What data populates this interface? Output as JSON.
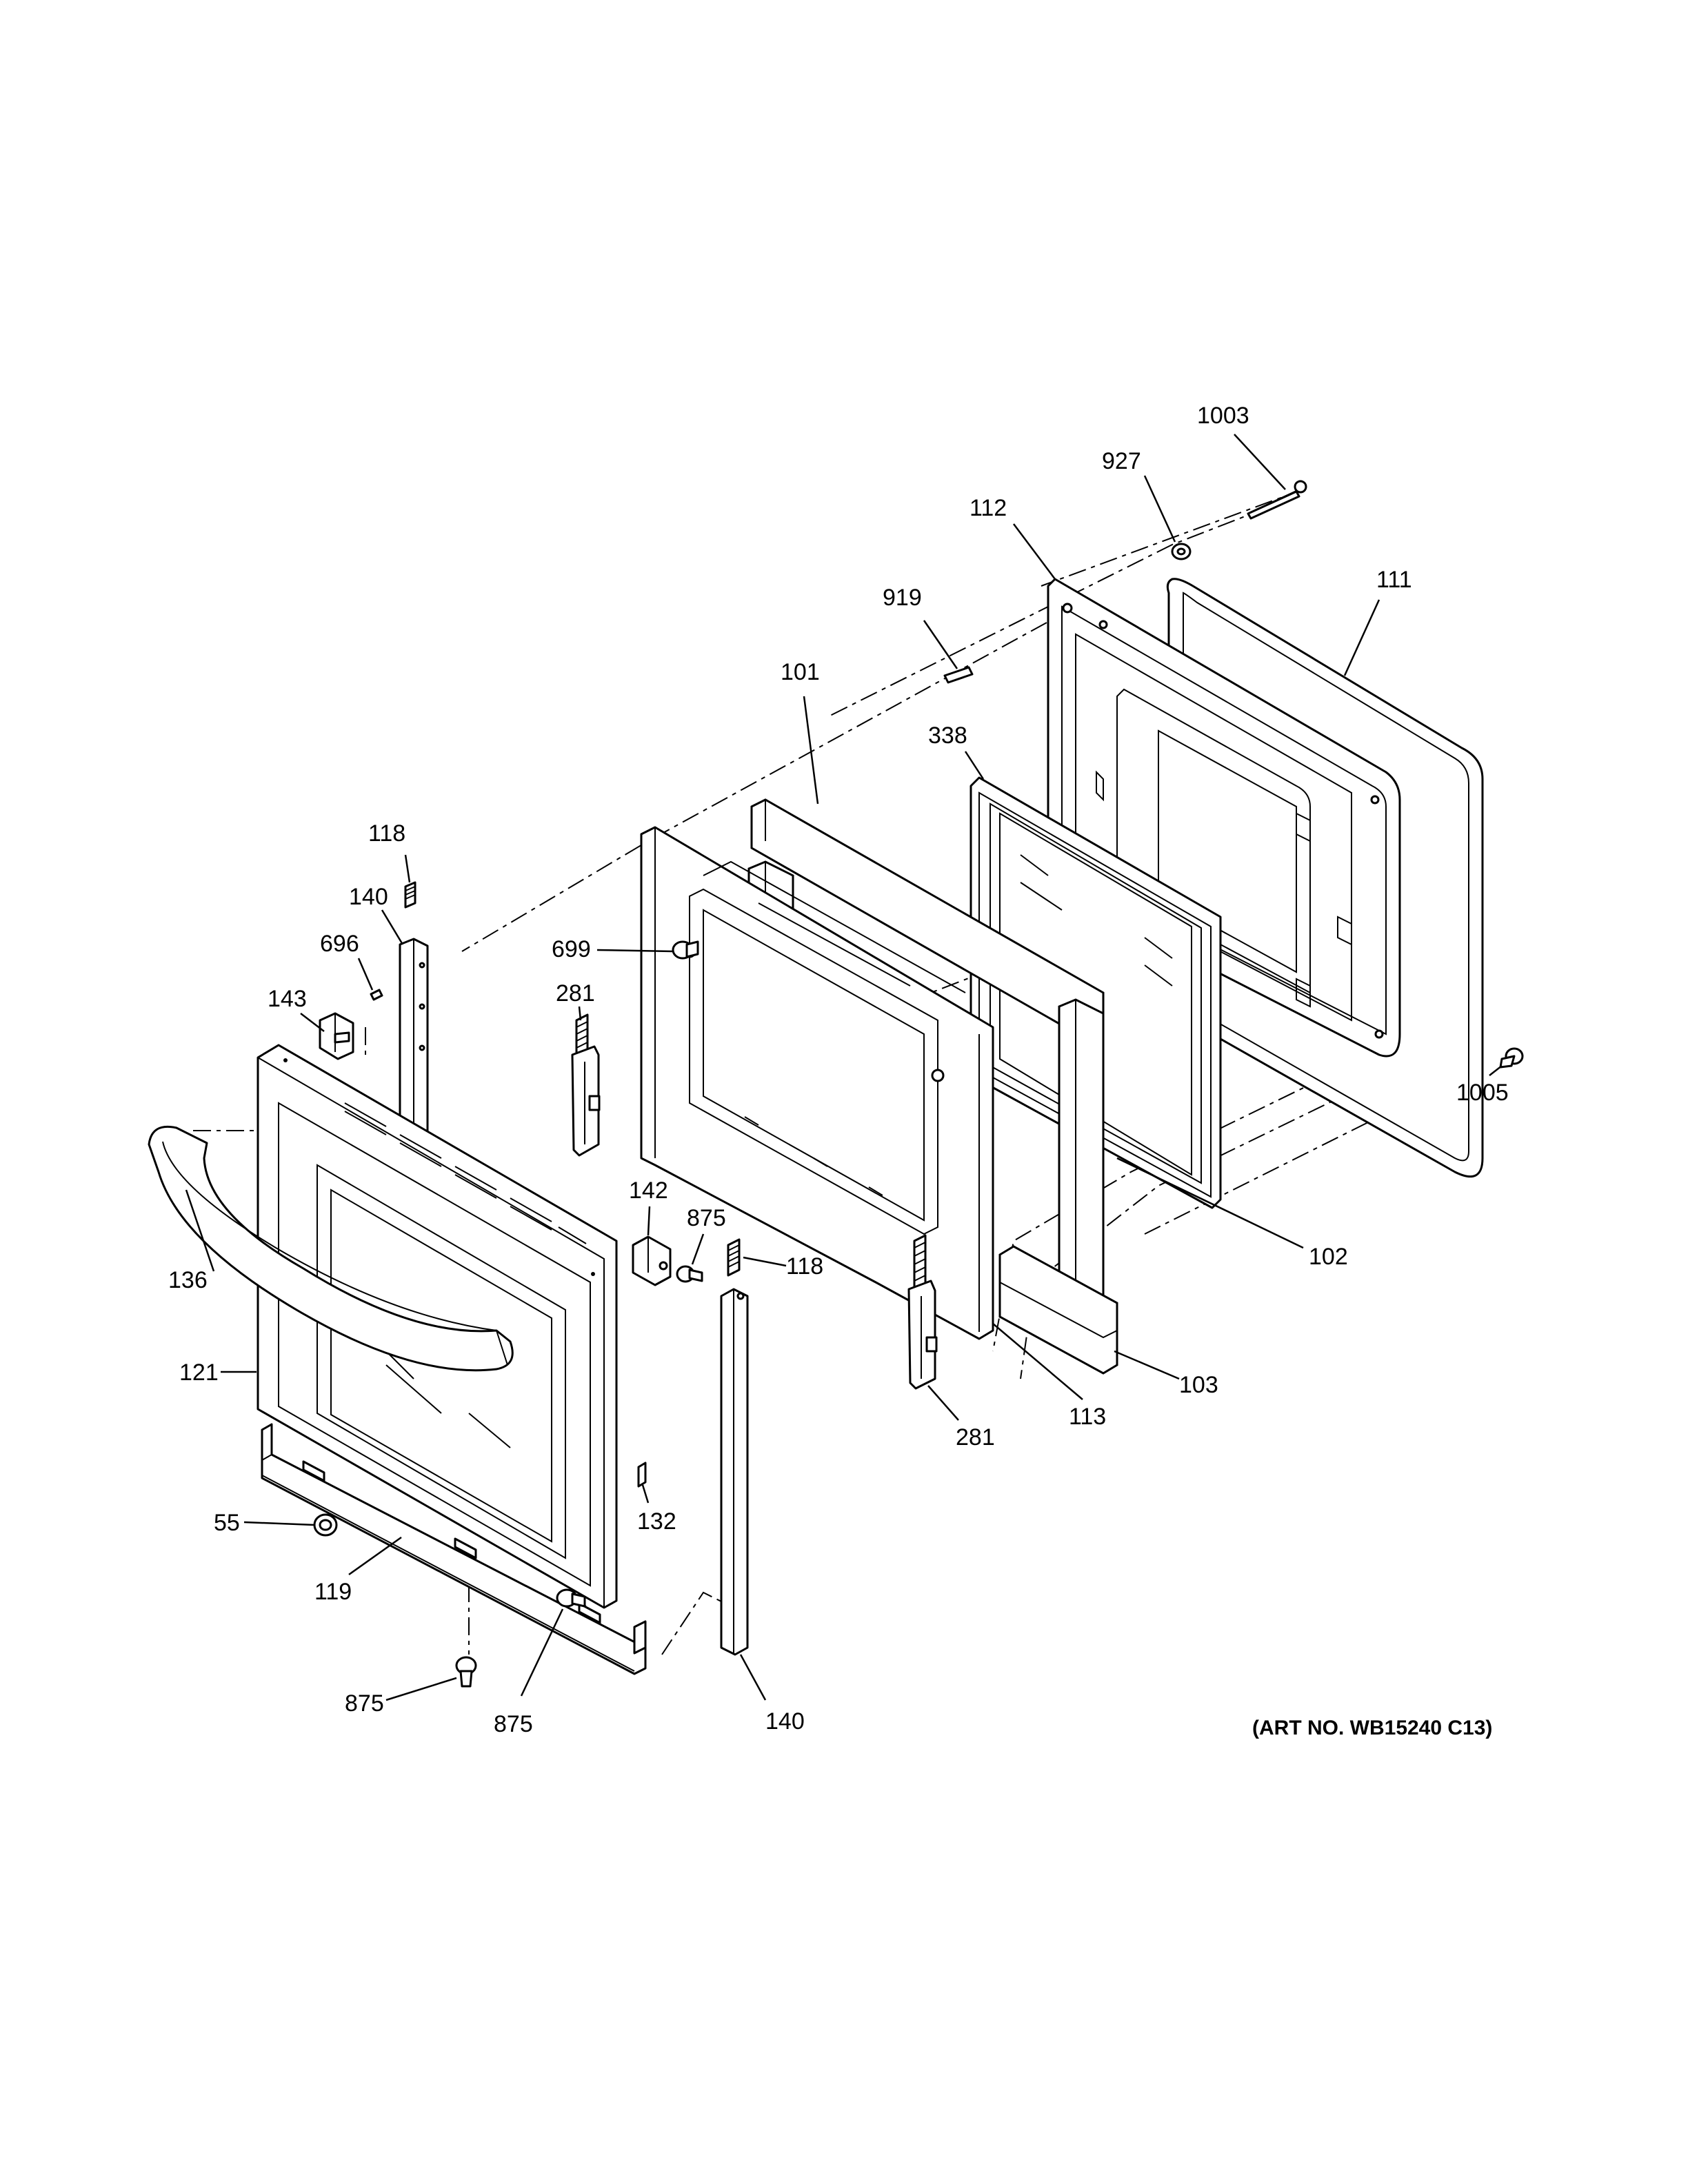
{
  "callouts": {
    "c1003": "1003",
    "c927": "927",
    "c112": "112",
    "c111": "111",
    "c919": "919",
    "c101": "101",
    "c338": "338",
    "c118a": "118",
    "c140a": "140",
    "c696": "696",
    "c699": "699",
    "c143": "143",
    "c281a": "281",
    "c1005": "1005",
    "c142": "142",
    "c875a": "875",
    "c118b": "118",
    "c102": "102",
    "c136": "136",
    "c121": "121",
    "c103": "103",
    "c113": "113",
    "c281b": "281",
    "c55": "55",
    "c132": "132",
    "c119": "119",
    "c875b": "875",
    "c875c": "875",
    "c140b": "140"
  },
  "art_number": "(ART NO. WB15240 C13)"
}
